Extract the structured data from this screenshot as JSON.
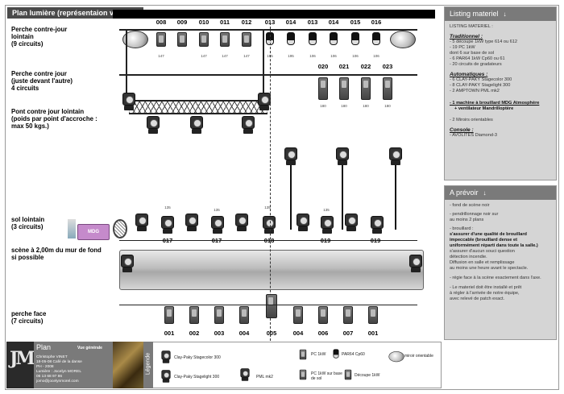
{
  "title": "Plan lumière (représentaion visuelle)",
  "rows": {
    "back_bar": [
      "Perche contre-jour",
      "lointain",
      "(9 circuits)"
    ],
    "back_bar2": [
      "Perche contre jour",
      "(juste devant l'autre)",
      "4 circuits"
    ],
    "truss": [
      "Pont contre jour lointain",
      "(poids par point d'accroche :",
      "max 50 kgs.)"
    ],
    "floor": [
      "sol lointain",
      "(3 circuits)"
    ],
    "stage": [
      "scène à 2,00m du mur de fond",
      "si possible"
    ],
    "front": [
      "perche face",
      "(7 circuits)"
    ]
  },
  "circuits": {
    "top": [
      "008",
      "009",
      "010",
      "011",
      "012",
      "013",
      "014",
      "013",
      "014",
      "015",
      "016"
    ],
    "second": [
      "020",
      "021",
      "022",
      "023"
    ],
    "floor": [
      "017",
      "017",
      "018",
      "019",
      "019"
    ],
    "front": [
      "001",
      "002",
      "003",
      "004",
      "005",
      "004",
      "006",
      "007",
      "001"
    ]
  },
  "fixture_tags": {
    "top": [
      "147",
      "147",
      "147",
      "147",
      "195",
      "195",
      "106",
      "106",
      "106",
      "106"
    ],
    "second": [
      "180",
      "180",
      "180",
      "180"
    ],
    "floor_top": [
      "135",
      "135",
      "135",
      "135"
    ]
  },
  "machine_label": "MDG",
  "sidebar": {
    "listing_title": "Listing materiel",
    "listing_heading": "LISTING MATERIEL :",
    "trad_title": "Traditionnel :",
    "trad_items": [
      "- 5 découpe 1kW type 614 ou 612",
      "- 19 PC 1kW",
      "  dont 6 sur base de sol",
      "- 6 PAR64 1kW Cp60 ou 61",
      "- 20 circuits de gradateurs"
    ],
    "auto_title": "Automatiques :",
    "auto_items": [
      "- 6 CLAY-PAKY Stagecolor 300",
      "- 8 CLAY-PAKY Stagelight 300",
      "- 2 AMPTOWN PML mk2"
    ],
    "machine_line1": "- 1 machine à brouillard MDG Atmosphère",
    "machine_line2": "+ ventilateur Mandrilloptère",
    "mirrors": "- 2 Miroirs orientables",
    "console_title": "Console :",
    "console_item": "- AVOLITES Diamond-3",
    "prevoir_title": "A prévoir",
    "prevoir_items": [
      "- fond de scène noir",
      "- pendrillonnage noir sur",
      "  au moins 2 plans",
      "- brouillard :",
      "s'assurer d'une qualité de brouillard",
      "impeccable (brouillard dense et",
      "uniformément réparti dans toute la salle.)",
      "s'assurer d'aucun souci question",
      "détection incendie.",
      "Diffusion en salle et remplissage",
      "au moins une heure avant le spectacle.",
      "- régie face à la scène exactement dans l'axe.",
      "- Le materiel doit être installé et prêt",
      "à régler à l'arrivée de notre équipe,",
      "avec relevé de patch exact."
    ]
  },
  "footer": {
    "plan": "Plan",
    "view": "Vue générale",
    "credits": [
      "Christophe VINET",
      "18-05-08 Café de la danse",
      "PH - 2008",
      "Lumière : Jocelyn MOREL",
      "06 13 68 97 86",
      "jomo@jocelynmorel.com"
    ],
    "legend_tab": "Légende",
    "legend": [
      "Clay-Paky Stagecolor 300",
      "Clay-Paky Stagelight 300",
      "PML mk2",
      "PC 1kW",
      "PC 1kW sur base de sol",
      "PAR64 Cp60",
      "Découpe 1kW",
      "miroir orientable"
    ]
  }
}
